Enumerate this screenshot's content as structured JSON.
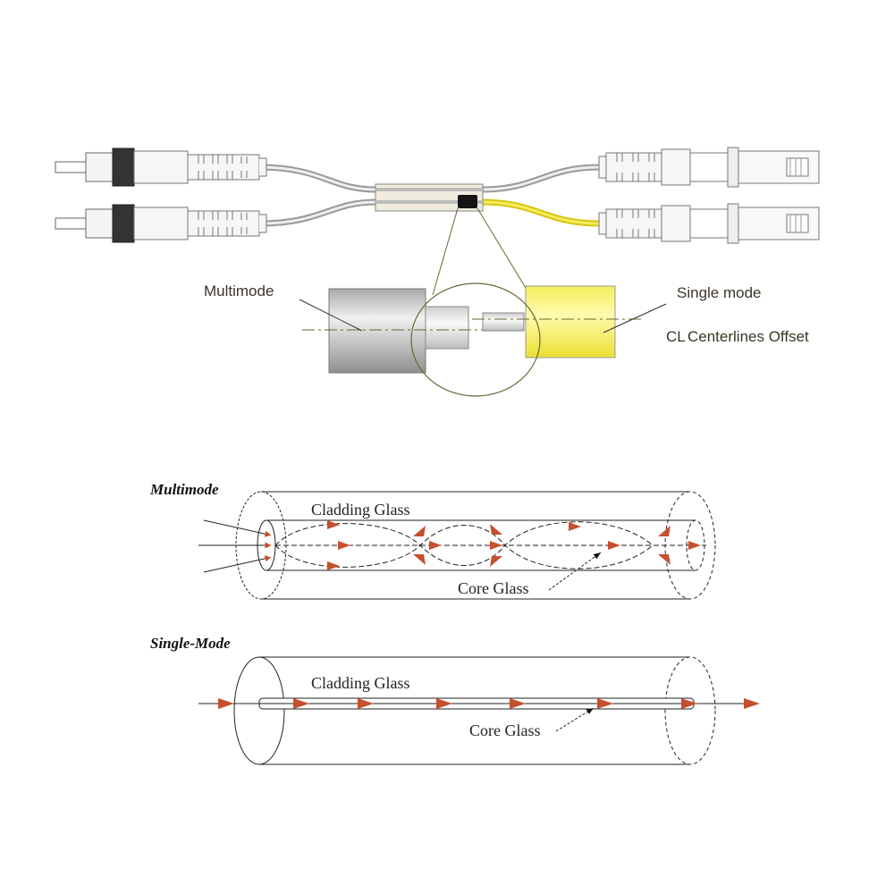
{
  "top_diagram": {
    "multimode_label": "Multimode",
    "single_mode_label": "Single mode",
    "centerline_symbol": "CL",
    "centerline_label": "Centerlines Offset"
  },
  "multimode_fiber": {
    "title": "Multimode",
    "cladding_label": "Cladding Glass",
    "core_label": "Core Glass"
  },
  "single_mode_fiber": {
    "title": "Single-Mode",
    "cladding_label": "Cladding Glass",
    "core_label": "Core Glass"
  },
  "colors": {
    "arrow": "#c5502e",
    "yellow": "#f2ec4a",
    "cable_yellow": "#e3d21a",
    "gray": "#b8b8b8",
    "annotation": "#6b6535"
  }
}
